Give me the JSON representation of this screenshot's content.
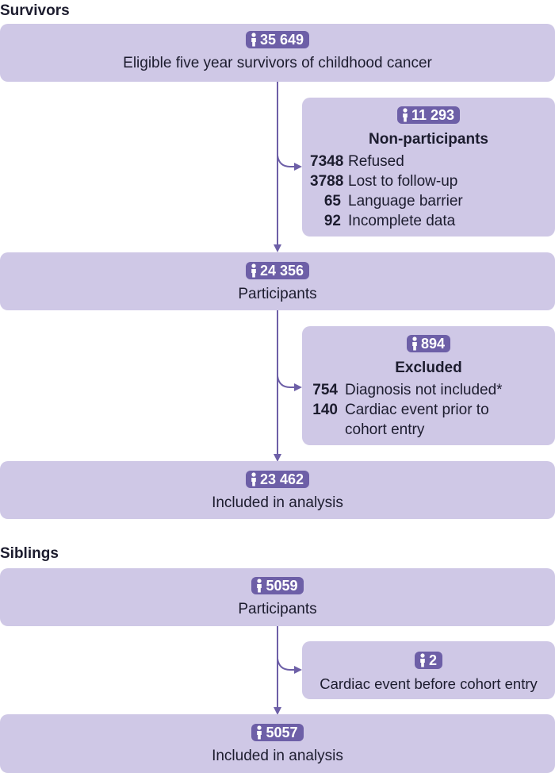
{
  "survivors": {
    "title": "Survivors",
    "eligible": {
      "count": "35 649",
      "label": "Eligible five year survivors of childhood cancer"
    },
    "non_participants": {
      "count": "11 293",
      "title": "Non-participants",
      "items": [
        {
          "num": "7348",
          "label": "Refused"
        },
        {
          "num": "3788",
          "label": "Lost to follow-up"
        },
        {
          "num": "65",
          "label": "Language barrier"
        },
        {
          "num": "92",
          "label": "Incomplete data"
        }
      ]
    },
    "participants": {
      "count": "24 356",
      "label": "Participants"
    },
    "excluded": {
      "count": "894",
      "title": "Excluded",
      "items": [
        {
          "num": "754",
          "label": "Diagnosis not included*"
        },
        {
          "num": "140",
          "label": "Cardiac event prior to\n cohort entry"
        }
      ]
    },
    "included": {
      "count": "23 462",
      "label": "Included in analysis"
    }
  },
  "siblings": {
    "title": "Siblings",
    "participants": {
      "count": "5059",
      "label": "Participants"
    },
    "excluded": {
      "count": "2",
      "label": "Cardiac event before cohort entry"
    },
    "included": {
      "count": "5057",
      "label": "Included in analysis"
    }
  },
  "colors": {
    "box": "#cfc8e6",
    "badge": "#6d5fa7",
    "arrow": "#6d5fa7"
  },
  "icons": {
    "count_icon": "person-icon"
  }
}
